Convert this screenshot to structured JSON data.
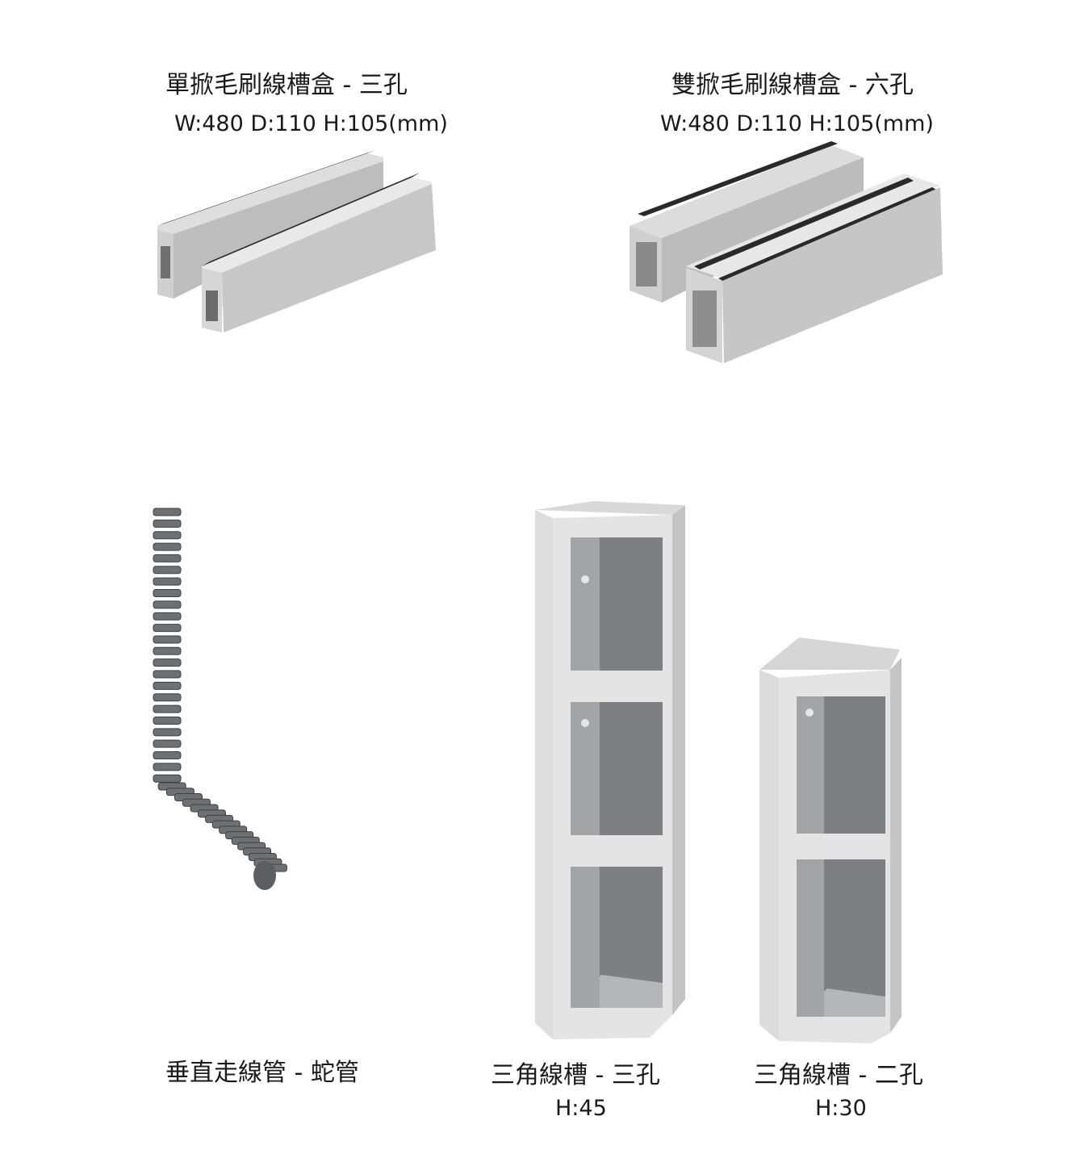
{
  "products": [
    {
      "title": "單掀毛刷線槽盒 - 三孔",
      "dims": "W:480  D:110  H:105(mm)",
      "illustration_icon": "single-flip-brush-cable-tray-icon"
    },
    {
      "title": "雙掀毛刷線槽盒 - 六孔",
      "dims": "W:480  D:110  H:105(mm)",
      "illustration_icon": "double-flip-brush-cable-tray-icon"
    },
    {
      "title": "垂直走線管 - 蛇管",
      "dims": "",
      "illustration_icon": "vertical-snake-cable-spine-icon"
    },
    {
      "title": "三角線槽 - 三孔",
      "dims": "H:45",
      "illustration_icon": "triangular-cable-column-three-hole-icon"
    },
    {
      "title": "三角線槽 - 二孔",
      "dims": "H:30",
      "illustration_icon": "triangular-cable-column-two-hole-icon"
    }
  ],
  "colors": {
    "background": "#ffffff",
    "text": "#1a1a1a",
    "metal_light": "#e6e6e6",
    "metal_mid": "#c4c4c4",
    "metal_dark": "#7b7c7e",
    "brush": "#2a2a2a"
  }
}
